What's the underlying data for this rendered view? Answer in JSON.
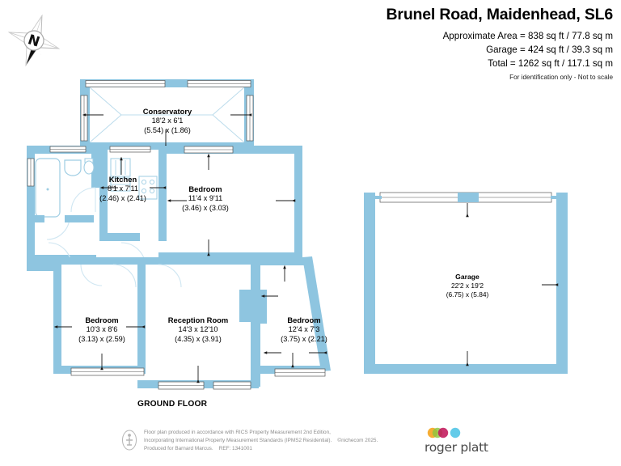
{
  "header": {
    "title": "Brunel Road, Maidenhead, SL6",
    "area_line1": "Approximate Area = 838 sq ft / 77.8 sq m",
    "area_line2": "Garage = 424 sq ft / 39.3 sq m",
    "area_line3": "Total = 1262 sq ft / 117.1 sq m",
    "disclaimer": "For identification only - Not to scale"
  },
  "compass": {
    "label": "N",
    "icon": "compass-north-icon"
  },
  "floor_caption": "GROUND FLOOR",
  "rooms": [
    {
      "id": "conservatory",
      "name": "Conservatory",
      "imperial": "18'2 x 6'1",
      "metric": "(5.54) x (1.86)"
    },
    {
      "id": "kitchen",
      "name": "Kitchen",
      "imperial": "8'1 x 7'11",
      "metric": "(2.46) x (2.41)"
    },
    {
      "id": "bedroom-middle",
      "name": "Bedroom",
      "imperial": "11'4 x 9'11",
      "metric": "(3.46) x (3.03)"
    },
    {
      "id": "bedroom-left",
      "name": "Bedroom",
      "imperial": "10'3 x 8'6",
      "metric": "(3.13) x (2.59)"
    },
    {
      "id": "reception-room",
      "name": "Reception Room",
      "imperial": "14'3 x 12'10",
      "metric": "(4.35) x (3.91)"
    },
    {
      "id": "bedroom-right",
      "name": "Bedroom",
      "imperial": "12'4 x 7'3",
      "metric": "(3.75) x (2.21)"
    },
    {
      "id": "garage",
      "name": "Garage",
      "imperial": "22'2 x 19'2",
      "metric": "(6.75) x (5.84)"
    }
  ],
  "footer": {
    "line1": "Floor plan produced in accordance with RICS Property Measurement 2nd Edition,",
    "line2": "Incorporating International Property Measurement Standards (IPMS2 Residential).",
    "line2_copyright": "©nichecom 2025.",
    "line3": "Produced for Barnard Marcus.",
    "line3_ref": "REF: 1341001"
  },
  "brand": {
    "name": "roger platt",
    "dot_colors": [
      "#f5a623",
      "#8cc63f",
      "#c2185b",
      "#5bc8e8"
    ]
  },
  "colors": {
    "wall": "#8ec5e0",
    "wall_light": "#b9dced",
    "roof_line": "#bcdcec",
    "text": "#000000",
    "footer_text": "#8c8c8c"
  }
}
